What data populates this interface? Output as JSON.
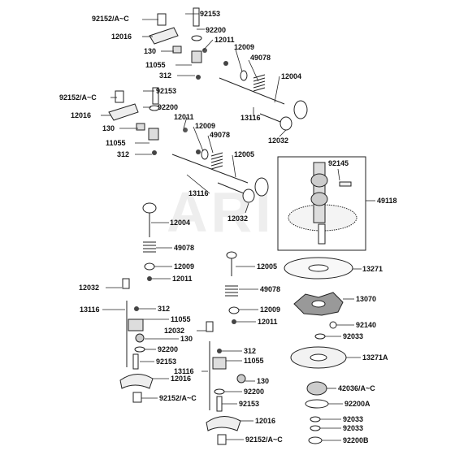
{
  "watermark": "ARI",
  "labels": {
    "p92153_a": "92153",
    "p92152_a": "92152/A~C",
    "p92200_a": "92200",
    "p12016_a": "12016",
    "p12011_a": "12011",
    "p12009_a": "12009",
    "p130_a": "130",
    "p49078_a": "49078",
    "p11055_a": "11055",
    "p12004_a": "12004",
    "p312_a": "312",
    "p92152_b": "92152/A~C",
    "p92153_b": "92153",
    "p92200_b": "92200",
    "p12016_b": "12016",
    "p13116_a": "13116",
    "p12011_b": "12011",
    "p12032_a": "12032",
    "p130_b": "130",
    "p12009_b": "12009",
    "p49078_b": "49078",
    "p11055_b": "11055",
    "p12005_a": "12005",
    "p312_b": "312",
    "p92145": "92145",
    "p49118": "49118",
    "p13116_b": "13116",
    "p12032_b": "12032",
    "p12004_b": "12004",
    "p49078_c": "49078",
    "p13271": "13271",
    "p12005_b": "12005",
    "p12009_c": "12009",
    "p12011_c": "12011",
    "p13070": "13070",
    "p12032_c": "12032",
    "p49078_d": "49078",
    "p13116_c": "13116",
    "p312_c": "312",
    "p12009_d": "12009",
    "p11055_c": "11055",
    "p12011_d": "12011",
    "p92140": "92140",
    "p130_c": "130",
    "p12032_d": "12032",
    "p92033_a": "92033",
    "p92200_c": "92200",
    "p312_d": "312",
    "p13271A": "13271A",
    "p92153_c": "92153",
    "p11055_d": "11055",
    "p13116_d": "13116",
    "p12016_c": "12016",
    "p130_d": "130",
    "p42036": "42036/A~C",
    "p92200_d": "92200",
    "p92152_c": "92152/A~C",
    "p92153_d": "92153",
    "p92200A": "92200A",
    "p12016_d": "12016",
    "p92033_b": "92033",
    "p92033_c": "92033",
    "p92152_d": "92152/A~C",
    "p92200B": "92200B"
  }
}
